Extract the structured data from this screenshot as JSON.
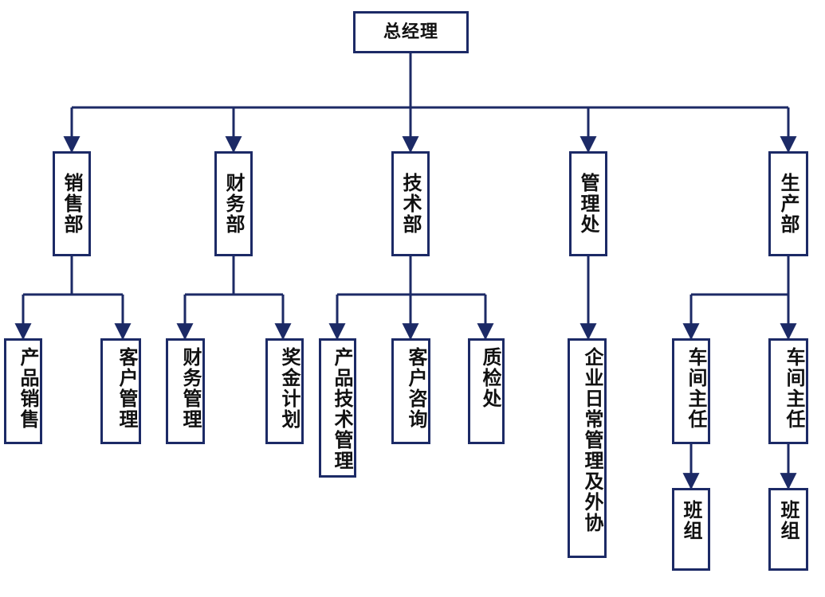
{
  "root": "总经理",
  "departments": [
    {
      "key": "sales",
      "label": "销售部",
      "children": [
        "产品销售",
        "客户管理"
      ]
    },
    {
      "key": "finance",
      "label": "财务部",
      "children": [
        "财务管理",
        "奖金计划"
      ]
    },
    {
      "key": "tech",
      "label": "技术部",
      "children": [
        "产品技术管理",
        "客户咨询",
        "质检处"
      ]
    },
    {
      "key": "admin",
      "label": "管理处",
      "children": [
        "企业日常管理及外协"
      ]
    },
    {
      "key": "production",
      "label": "生产部",
      "children": [
        "车间主任",
        "车间主任"
      ],
      "grandchildren": [
        "班组",
        "班组"
      ]
    }
  ],
  "colors": {
    "line": "#1c2a66",
    "box_border": "#1c2a66",
    "text": "#111111"
  }
}
